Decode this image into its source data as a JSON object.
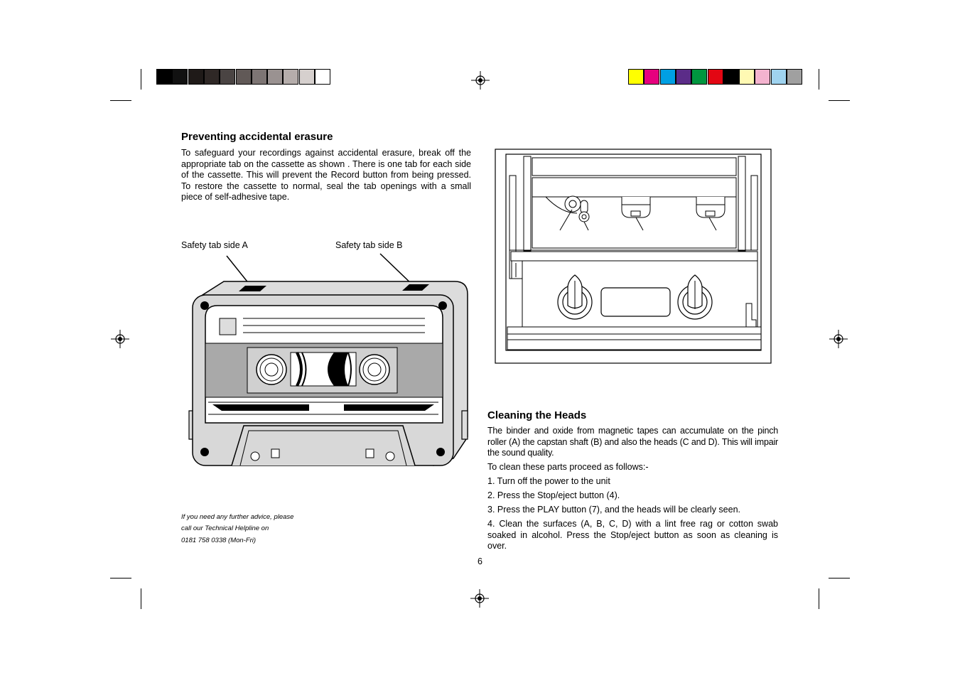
{
  "page_number": "6",
  "calibration": {
    "grayscale": [
      "#000000",
      "#111111",
      "#1f1a18",
      "#2f2826",
      "#4a4443",
      "#615957",
      "#7d7574",
      "#9a9291",
      "#b5adab",
      "#d6d0ce",
      "#ffffff"
    ],
    "colors": [
      "#ffff00",
      "#e6007e",
      "#00a0e3",
      "#5b2c88",
      "#00963f",
      "#e30613",
      "#000000",
      "#fff9b3",
      "#f4b3cf",
      "#9fd3ef",
      "#a0a0a0"
    ]
  },
  "left": {
    "title": "Preventing accidental erasure",
    "paragraph": "To safeguard your recordings against accidental erasure, break off the appropriate tab on the cassette as shown . There is one tab for each side of the cassette. This will prevent the Record button from being pressed. To restore the cassette to normal, seal the tab openings with a small piece of self-adhesive tape.",
    "tab_a_label": "Safety tab side A",
    "tab_b_label": "Safety tab side B",
    "helpline": [
      "If you need any further advice, please",
      "call our Technical Helpline on",
      "0181 758 0338 (Mon-Fri)"
    ]
  },
  "right": {
    "title": "Cleaning the Heads",
    "paragraph": "The binder and oxide from magnetic tapes can accumulate on the pinch roller (A) the capstan shaft (B) and also the heads (C and D). This will impair the sound quality.",
    "intro": "To clean these parts proceed as follows:-",
    "steps": [
      "1. Turn off the power to the unit",
      "2. Press the Stop/eject button (4).",
      "3. Press the PLAY button (7), and the heads will be clearly seen.",
      "4. Clean the surfaces (A, B, C, D) with a lint free rag or cotton swab soaked in alcohol. Press the Stop/eject button as soon as cleaning is over."
    ]
  }
}
